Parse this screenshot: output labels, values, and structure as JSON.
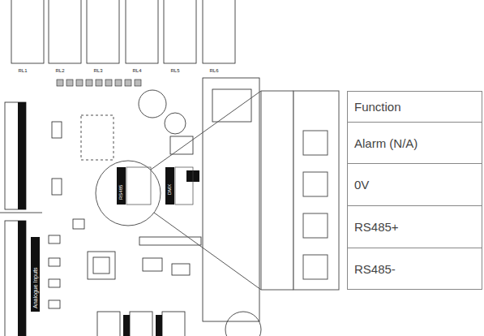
{
  "diagram": {
    "labels": [
      "RL1",
      "RL2",
      "RL3",
      "RL4",
      "RL5",
      "RL6",
      "RS485",
      "DMX",
      "Analogue Inputs",
      "Function",
      "Alarm (N/A)",
      "0V",
      "RS485+",
      "RS485-"
    ]
  }
}
